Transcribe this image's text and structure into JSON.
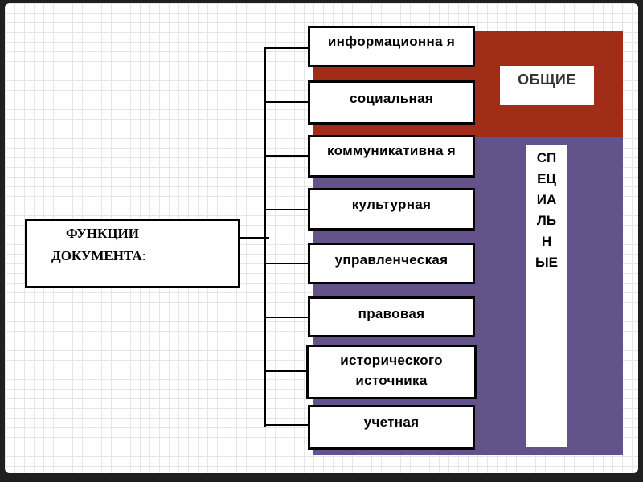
{
  "main": {
    "title": "ФУНКЦИИ",
    "subtitle": "ДОКУМЕНТА",
    "colon": ":"
  },
  "functions": [
    "информационна я",
    "социальная",
    "коммуникативна я",
    "культурная",
    "управленческая",
    "правовая",
    "исторического источника",
    "учетная"
  ],
  "groups": {
    "general": "ОБЩИЕ",
    "special_lines": [
      "СП",
      "ЕЦ",
      "ИА",
      "ЛЬ",
      "Н",
      "ЫЕ"
    ]
  },
  "colors": {
    "general_band": "#a02d16",
    "special_band": "#63538a"
  }
}
